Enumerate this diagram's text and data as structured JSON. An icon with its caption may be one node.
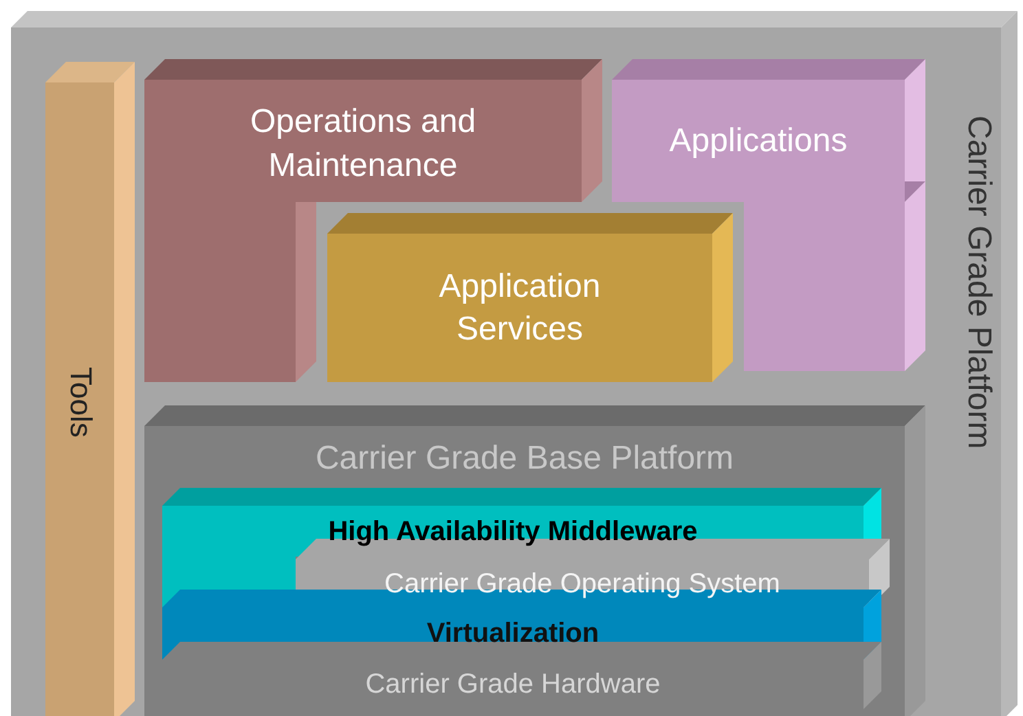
{
  "diagram": {
    "nodes": [
      {
        "text": [
          "Carrier Grade Platform"
        ]
      },
      {
        "text": [
          "Tools"
        ],
        "in": 0
      },
      {
        "text": [
          "Operations and Maintenance"
        ],
        "in": 0
      },
      {
        "text": [
          "Applications"
        ],
        "in": 0
      },
      {
        "text": [
          "Application Services"
        ],
        "in": 0
      },
      {
        "text": [
          "Carrier Grade Base Platform"
        ],
        "in": 0
      },
      {
        "text": [
          "High Availability Middleware"
        ],
        "in": 5
      },
      {
        "text": [
          "Carrier Grade Operating System"
        ],
        "in": 5
      },
      {
        "text": [
          "Virtualization"
        ],
        "in": 5
      },
      {
        "text": [
          "Carrier Grade Hardware"
        ],
        "in": 5
      }
    ]
  }
}
